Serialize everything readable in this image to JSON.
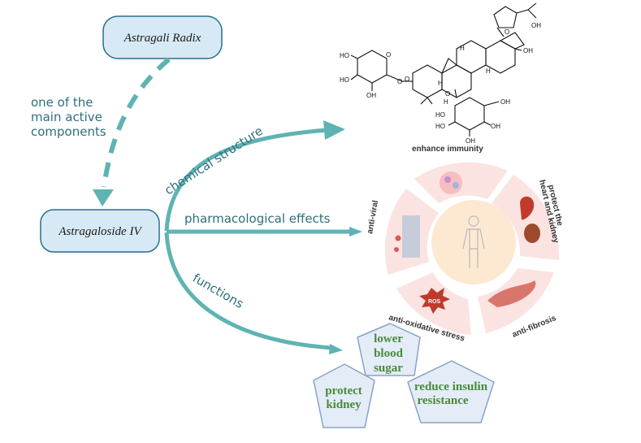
{
  "nodes": {
    "astragali": "Astragali  Radix",
    "astragaloside": "Astragaloside IV"
  },
  "links": {
    "components": [
      "one of the",
      "main active",
      "components"
    ],
    "chemical": "chemical structure",
    "pharma": "pharmacological effects",
    "functions": "functions"
  },
  "molecule": {
    "labels": [
      "OH",
      "O",
      "HO",
      "O",
      "HO",
      "O",
      "OH",
      "O",
      "H",
      "H",
      "H",
      "H",
      "OH",
      "O",
      "HO",
      "OH",
      "HO",
      "OH",
      "OH"
    ]
  },
  "effects": {
    "enhance": "enhance immunity",
    "heart": [
      "protect the",
      "heart and kidney"
    ],
    "fibrosis": "anti-fibrosis",
    "oxidative": "anti-oxidative stress",
    "antiviral": "anti-viral",
    "ros": "ROS"
  },
  "functions": {
    "blood": [
      "lower",
      "blood",
      "sugar"
    ],
    "kidney": [
      "protect",
      "kidney"
    ],
    "insulin": [
      "reduce insulin",
      "resistance"
    ]
  },
  "colors": {
    "teal": "#5fb3b3",
    "node_fill": "#d6e9f5",
    "node_stroke": "#2a6f8a",
    "pent_fill": "#e3ecf7",
    "pent_stroke": "#8aa2c8",
    "ring_fill": "#fbe3e1",
    "center_fill": "#fde9d2",
    "green_text": "#4a8a3a"
  }
}
